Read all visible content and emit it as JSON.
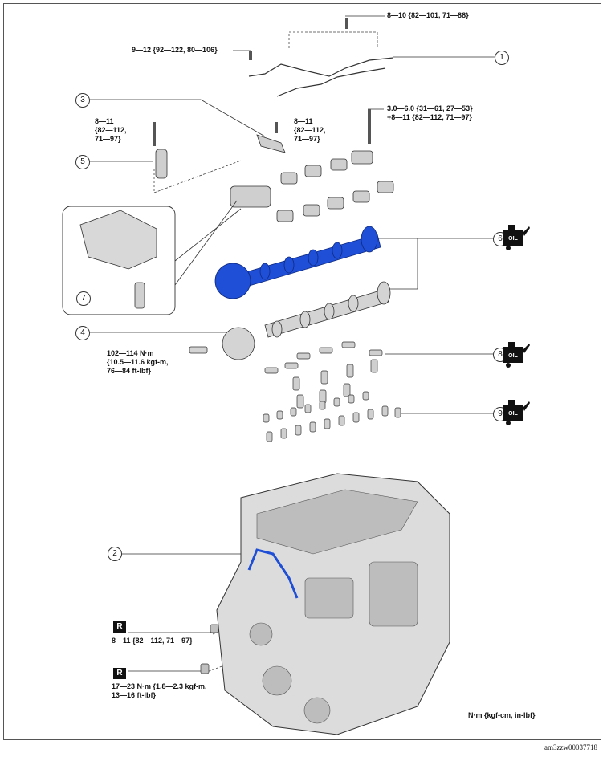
{
  "callouts": [
    "1",
    "2",
    "3",
    "4",
    "5",
    "6",
    "7",
    "8",
    "9"
  ],
  "torque": {
    "t1": "8—10 {82—101, 71—88}",
    "t2": "9—12 {92—122, 80—106}",
    "t3": "8—11\n{82—112,\n71—97}",
    "t4": "8—11\n{82—112,\n71—97}",
    "t5": "3.0—6.0 {31—61, 27—53}\n+8—11 {82—112, 71—97}",
    "t6": "102—114 N·m\n{10.5—11.6 kgf-m,\n76—84 ft-lbf}",
    "t7": "8—11 {82—112, 71—97}",
    "t8": "17—23 N·m {1.8—2.3 kgf-m,\n13—16 ft-lbf}"
  },
  "r_mark": "R",
  "oil_label": "OIL",
  "units_note": "N·m {kgf-cm, in-lbf}",
  "doc_id": "am3zzw00037718",
  "colors": {
    "highlight": "#1f4fd6",
    "line": "#222222",
    "part": "#cfcfcf"
  }
}
